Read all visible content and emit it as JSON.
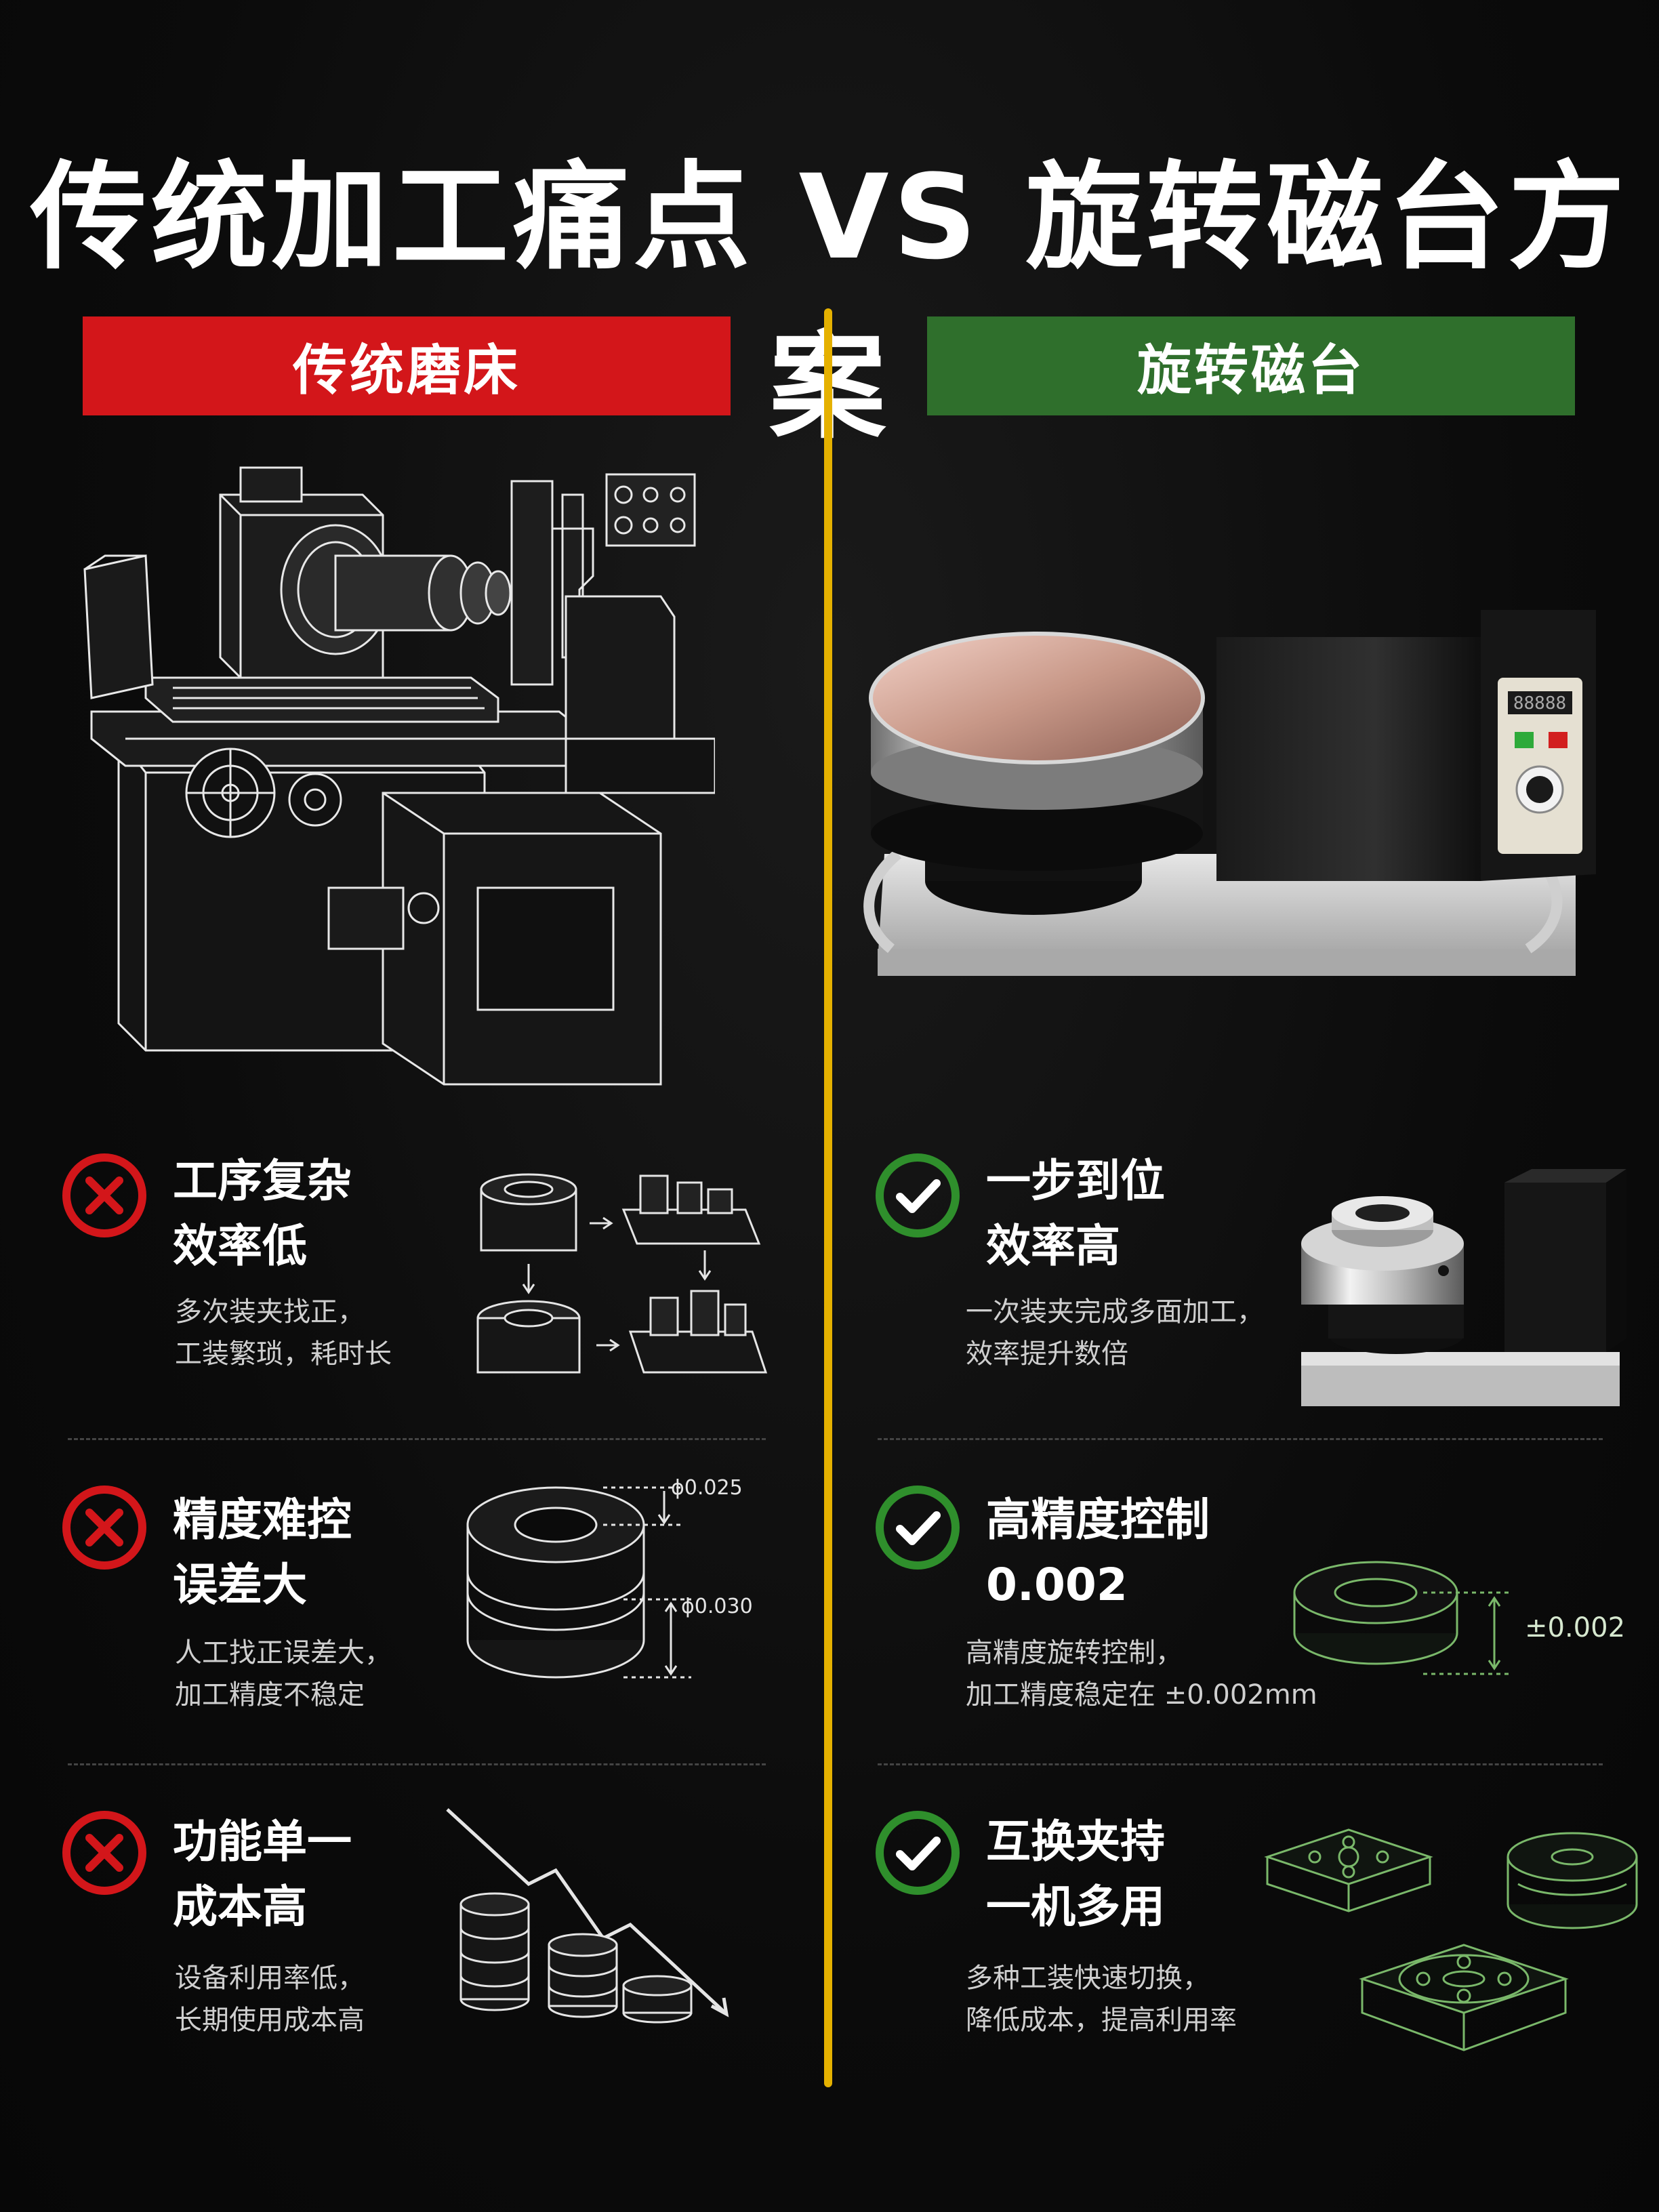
{
  "title": "传统加工痛点 VS 旋转磁台方案",
  "left": {
    "header": "传统磨床",
    "rows": [
      {
        "title_1": "工序复杂",
        "title_2": "效率低",
        "desc_1": "多次装夹找正，",
        "desc_2": "工装繁琐，耗时长"
      },
      {
        "title_1": "精度难控",
        "title_2": "误差大",
        "desc_1": "人工找正误差大，",
        "desc_2": "加工精度不稳定"
      },
      {
        "title_1": "功能单一",
        "title_2": "成本高",
        "desc_1": "设备利用率低，",
        "desc_2": "长期使用成本高"
      }
    ],
    "dim_top": "ϕ0.025",
    "dim_bottom": "ϕ0.030"
  },
  "right": {
    "header": "旋转磁台",
    "rows": [
      {
        "title_1": "一步到位",
        "title_2": "效率高",
        "desc_1": "一次装夹完成多面加工，",
        "desc_2": "效率提升数倍"
      },
      {
        "title_1": "高精度控制",
        "title_2": "0.002",
        "desc_1": "高精度旋转控制，",
        "desc_2": "加工精度稳定在 ±0.002mm"
      },
      {
        "title_1": "互换夹持",
        "title_2": "一机多用",
        "desc_1": "多种工装快速切换，",
        "desc_2": "降低成本，提高利用率"
      }
    ],
    "dim_label": "±0.002",
    "display_digits": "88888"
  },
  "colors": {
    "divider": "#e5b100",
    "left_header": "#d3161a",
    "right_header": "#2f6f2c",
    "cross": "#d3161a",
    "check": "#2f8f2c",
    "line_art_green": "#7ab86a"
  }
}
